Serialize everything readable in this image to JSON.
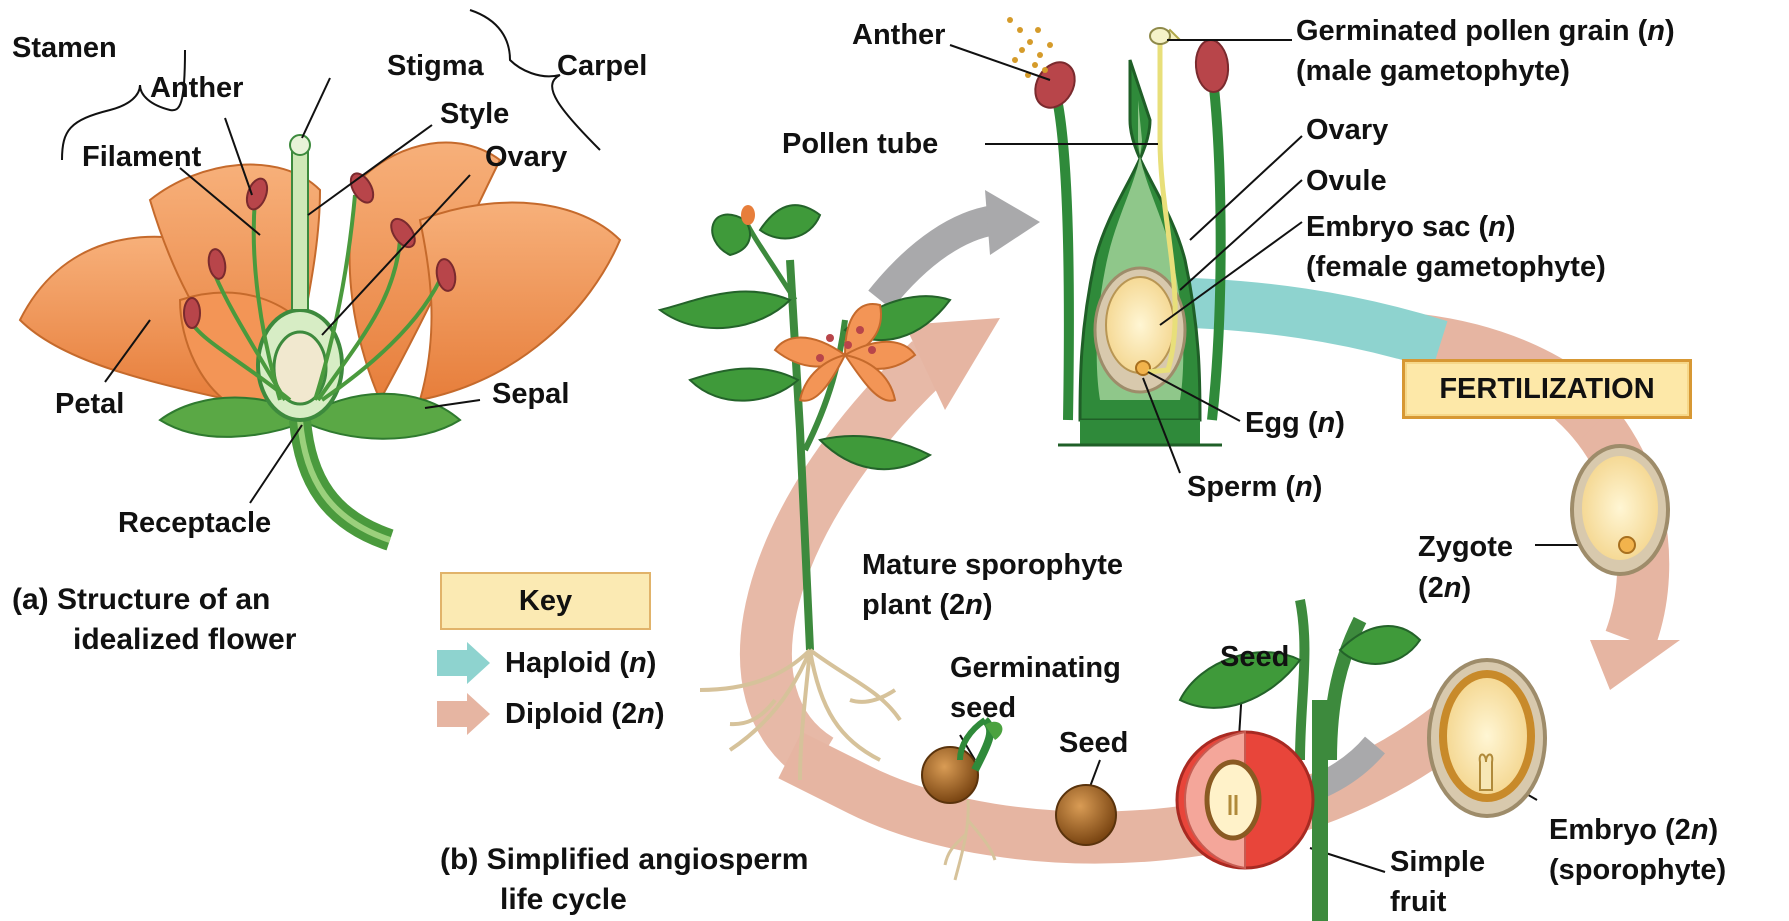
{
  "part_a": {
    "stamen": "Stamen",
    "carpel": "Carpel",
    "anther": "Anther",
    "stigma": "Stigma",
    "style": "Style",
    "filament": "Filament",
    "ovary": "Ovary",
    "petal": "Petal",
    "sepal": "Sepal",
    "receptacle": "Receptacle",
    "caption_line1": "(a) Structure of an",
    "caption_line2": "idealized flower"
  },
  "part_b": {
    "anther": "Anther",
    "pollen_grain_line1": "Germinated pollen grain (",
    "pollen_grain_n": "n",
    "pollen_grain_close": ")",
    "pollen_grain_line2": "(male gametophyte)",
    "pollen_tube": "Pollen tube",
    "ovary": "Ovary",
    "ovule": "Ovule",
    "embryo_sac_line1": "Embryo sac (",
    "embryo_sac_n": "n",
    "embryo_sac_close": ")",
    "embryo_sac_line2": "(female gametophyte)",
    "fertilization": "FERTILIZATION",
    "egg": "Egg (",
    "egg_n": "n",
    "egg_close": ")",
    "sperm": "Sperm (",
    "sperm_n": "n",
    "sperm_close": ")",
    "zygote": "Zygote",
    "zygote_ploidy_open": "(2",
    "zygote_ploidy_n": "n",
    "zygote_ploidy_close": ")",
    "mature_line1": "Mature sporophyte",
    "mature_line2_a": "plant (2",
    "mature_line2_n": "n",
    "mature_line2_close": ")",
    "germinating_line1": "Germinating",
    "germinating_line2": "seed",
    "seed_left": "Seed",
    "seed_right": "Seed",
    "simple_fruit_line1": "Simple",
    "simple_fruit_line2": "fruit",
    "embryo_line1_a": "Embryo (2",
    "embryo_line1_n": "n",
    "embryo_line1_close": ")",
    "embryo_line2": "(sporophyte)",
    "caption_line1": "(b) Simplified angiosperm",
    "caption_line2": "life cycle"
  },
  "key": {
    "title": "Key",
    "haploid_a": "Haploid (",
    "haploid_n": "n",
    "haploid_close": ")",
    "diploid_a": "Diploid (2",
    "diploid_n": "n",
    "diploid_close": ")"
  },
  "colors": {
    "haploid_arrow": "#8ed3cf",
    "diploid_arrow": "#e6b5a2",
    "petal": "#f4a26a",
    "green": "#2f8a3a",
    "anther": "#b8454a",
    "key_fill": "#fbeab3",
    "fertilization_fill": "#fde8a8"
  }
}
